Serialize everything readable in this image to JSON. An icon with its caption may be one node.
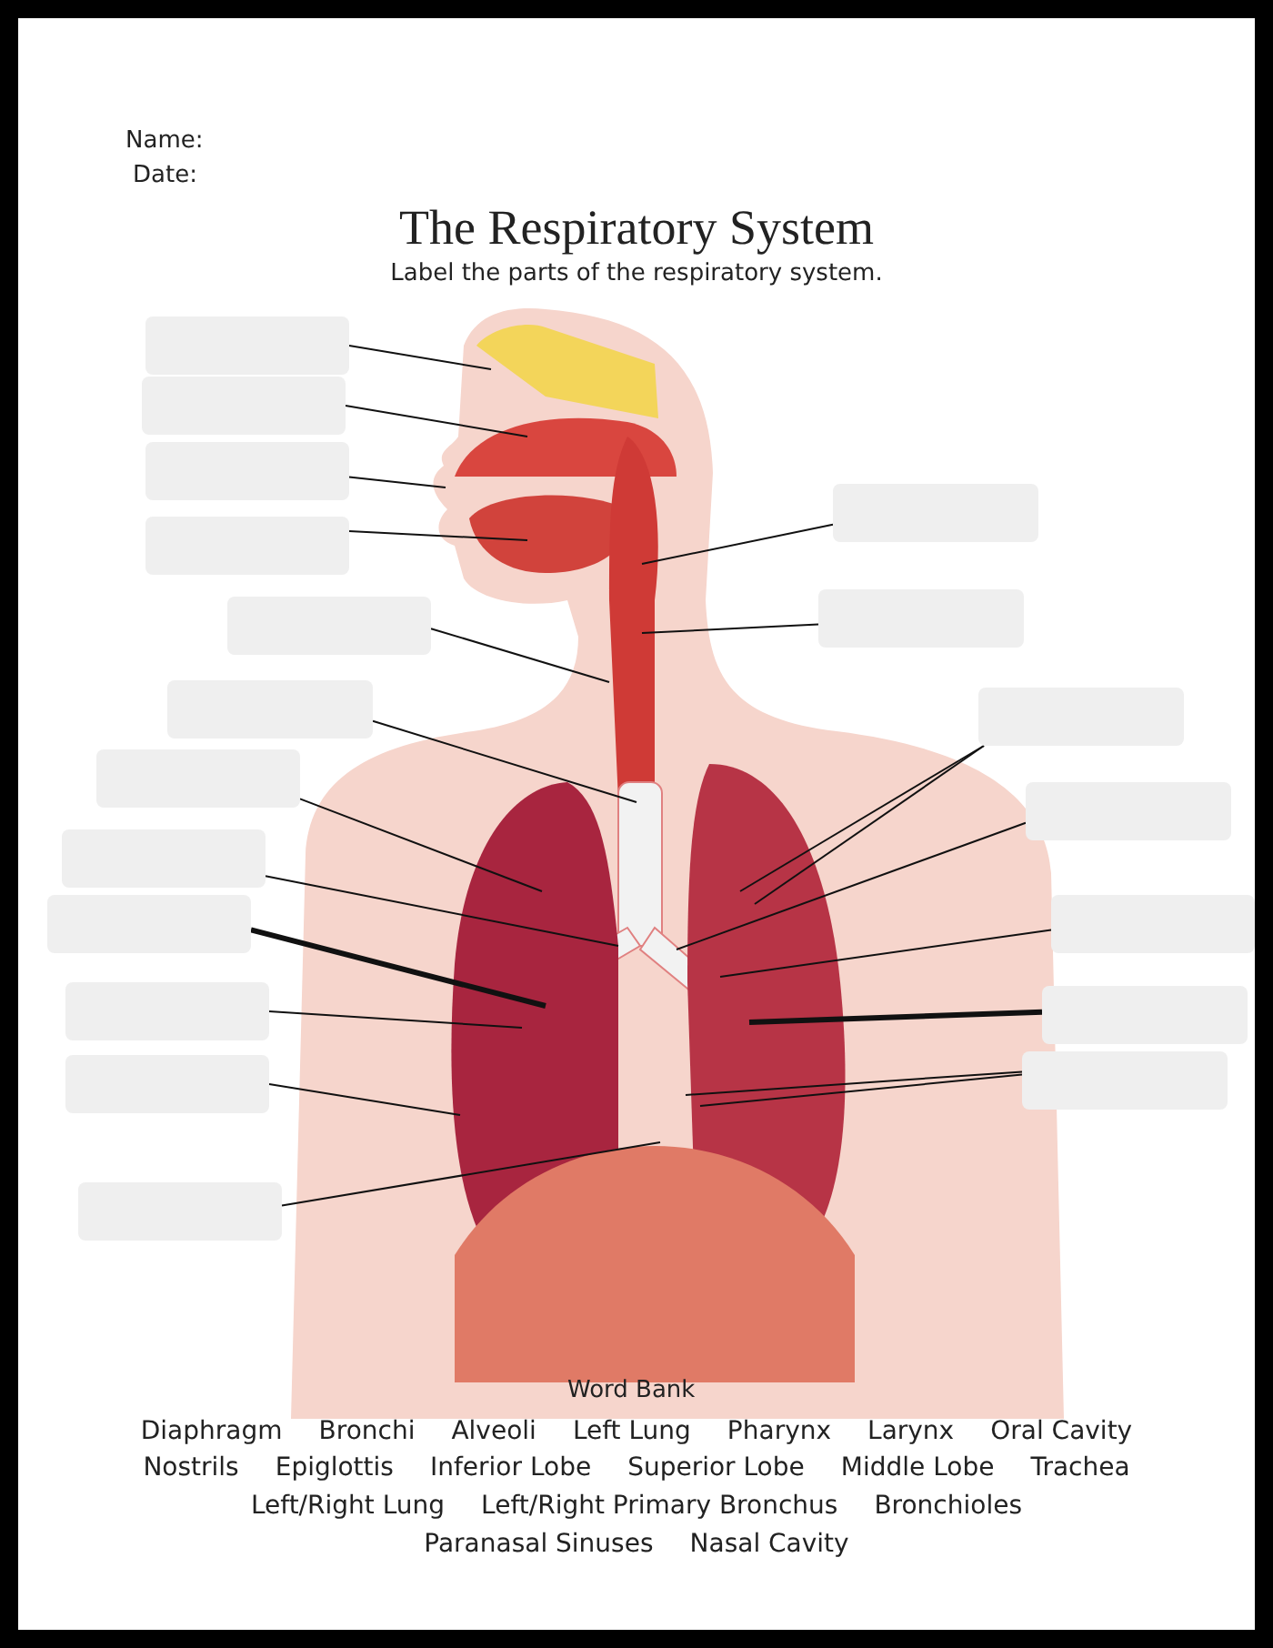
{
  "diagram": {
    "title": "The Respiratory System",
    "nodes": [
      {
        "text": [],
        "shape": "box"
      },
      {
        "text": [],
        "shape": "box"
      },
      {
        "text": [],
        "shape": "box"
      },
      {
        "text": [],
        "shape": "box"
      },
      {
        "text": [],
        "shape": "box"
      },
      {
        "text": [],
        "shape": "box"
      },
      {
        "text": [],
        "shape": "box"
      },
      {
        "text": [],
        "shape": "box"
      },
      {
        "text": [],
        "shape": "box"
      },
      {
        "text": [],
        "shape": "box"
      },
      {
        "text": [],
        "shape": "box"
      },
      {
        "text": [],
        "shape": "box"
      },
      {
        "text": [],
        "shape": "box"
      },
      {
        "text": [],
        "shape": "box"
      },
      {
        "text": [],
        "shape": "box"
      },
      {
        "text": [],
        "shape": "box"
      },
      {
        "text": [],
        "shape": "box"
      },
      {
        "text": [],
        "shape": "box"
      },
      {
        "text": [],
        "shape": "box"
      }
    ],
    "edges": [
      {
        "from": 0,
        "to": null,
        "arrow": "none"
      },
      {
        "from": 1,
        "to": null,
        "arrow": "none"
      },
      {
        "from": 2,
        "to": null,
        "arrow": "none"
      },
      {
        "from": 3,
        "to": null,
        "arrow": "none"
      },
      {
        "from": 4,
        "to": null,
        "arrow": "none"
      },
      {
        "from": 5,
        "to": null,
        "arrow": "none"
      },
      {
        "from": 6,
        "to": null,
        "arrow": "none"
      },
      {
        "from": 7,
        "to": null,
        "arrow": "none"
      },
      {
        "from": 8,
        "to": null,
        "arrow": "none",
        "style": "thick"
      },
      {
        "from": 9,
        "to": null,
        "arrow": "none"
      },
      {
        "from": 10,
        "to": null,
        "arrow": "none"
      },
      {
        "from": 11,
        "to": null,
        "arrow": "none"
      },
      {
        "from": 12,
        "to": null,
        "arrow": "none"
      },
      {
        "from": 13,
        "to": null,
        "arrow": "none"
      },
      {
        "from": 14,
        "to": null,
        "arrow": "none"
      },
      {
        "from": 14,
        "to": null,
        "arrow": "none"
      },
      {
        "from": 15,
        "to": null,
        "arrow": "none"
      },
      {
        "from": 16,
        "to": null,
        "arrow": "none"
      },
      {
        "from": 17,
        "to": null,
        "arrow": "none",
        "style": "thick"
      },
      {
        "from": 18,
        "to": null,
        "arrow": "none"
      },
      {
        "from": 18,
        "to": null,
        "arrow": "none"
      }
    ],
    "labels": [
      "Name:",
      "Date:",
      "Label the parts of the respiratory system.",
      "Word Bank",
      "Diaphragm",
      "Bronchi",
      "Alveoli",
      "Left Lung",
      "Pharynx",
      "Larynx",
      "Oral Cavity",
      "Nostrils",
      "Epiglottis",
      "Inferior Lobe",
      "Superior Lobe",
      "Middle Lobe",
      "Trachea",
      "Left/Right Lung",
      "Left/Right Primary Bronchus",
      "Bronchioles",
      "Paranasal Sinuses",
      "Nasal Cavity"
    ]
  }
}
